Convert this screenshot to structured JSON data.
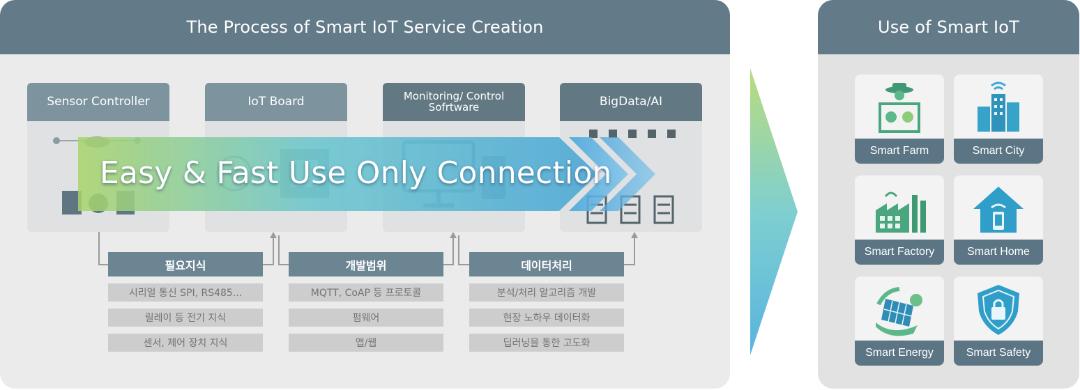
{
  "left_panel": {
    "title": "The Process of Smart IoT Service Creation",
    "stages": [
      {
        "title": "Sensor Controller",
        "color": "#7d949f"
      },
      {
        "title": "IoT Board",
        "color": "#7d949f"
      },
      {
        "title": "Monitoring/ Control Sofrtware",
        "color": "#627883"
      },
      {
        "title": "BigData/AI",
        "color": "#627883"
      }
    ],
    "sections": [
      {
        "title": "필요지식",
        "items": [
          "시리얼 통신 SPI, RS485...",
          "릴레이 등 전기 지식",
          "센서, 제어 장치 지식"
        ]
      },
      {
        "title": "개발범위",
        "items": [
          "MQTT, CoAP 등 프로토콜",
          "펌웨어",
          "앱/웹"
        ]
      },
      {
        "title": "데이터처리",
        "items": [
          "분석/처리 알고리즘 개발",
          "현장 노하우 데이터화",
          "딥러닝을 통한 고도화"
        ]
      }
    ]
  },
  "banner": {
    "text": "Easy & Fast Use Only Connection",
    "gradient": [
      "#a9d46a",
      "#6fc7cf",
      "#4fa8d6"
    ]
  },
  "right_panel": {
    "title": "Use of Smart IoT",
    "items": [
      {
        "label": "Smart Farm",
        "icon": "farmer-icon"
      },
      {
        "label": "Smart City",
        "icon": "city-buildings-icon"
      },
      {
        "label": "Smart Factory",
        "icon": "factory-icon"
      },
      {
        "label": "Smart Home",
        "icon": "house-phone-icon"
      },
      {
        "label": "Smart Energy",
        "icon": "solar-panel-icon"
      },
      {
        "label": "Smart Safety",
        "icon": "shield-lock-icon"
      }
    ]
  },
  "colors": {
    "header": "#637b89",
    "accent_green": "#5cb88a",
    "accent_blue": "#3aa8d8",
    "label_bg": "#5b7584"
  }
}
